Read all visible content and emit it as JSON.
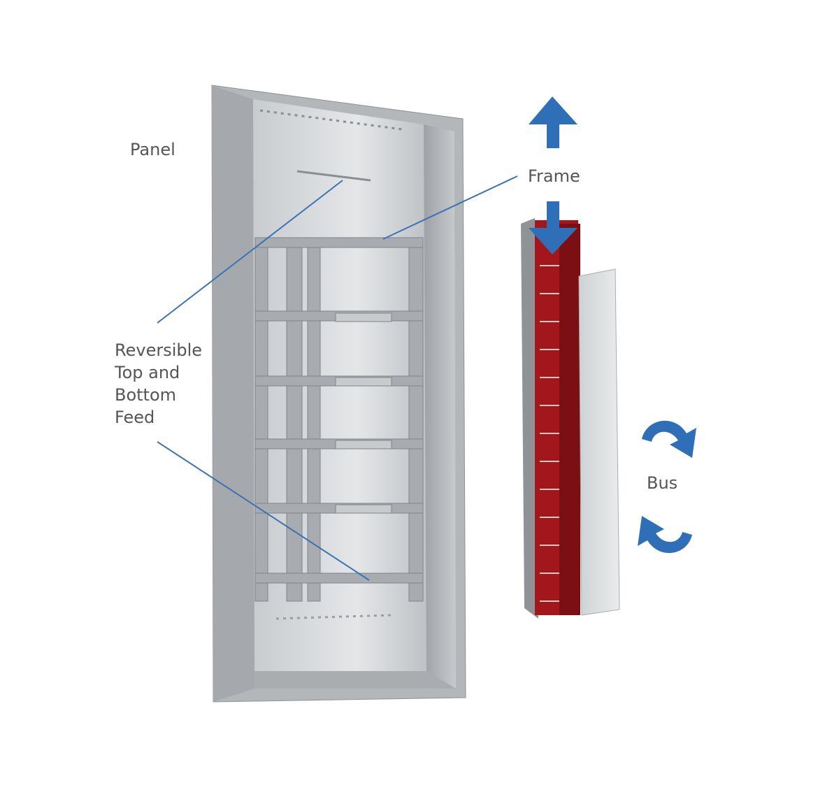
{
  "labels": {
    "panel": "Panel",
    "frame": "Frame",
    "feed_line1": "Reversible",
    "feed_line2": "Top and",
    "feed_line3": "Bottom",
    "feed_line4": "Feed",
    "bus": "Bus"
  },
  "colors": {
    "arrow": "#2f6fb8",
    "leader": "#3a73b5",
    "bus_red": "#a3161c",
    "enclosure": "#b7bbbe"
  }
}
